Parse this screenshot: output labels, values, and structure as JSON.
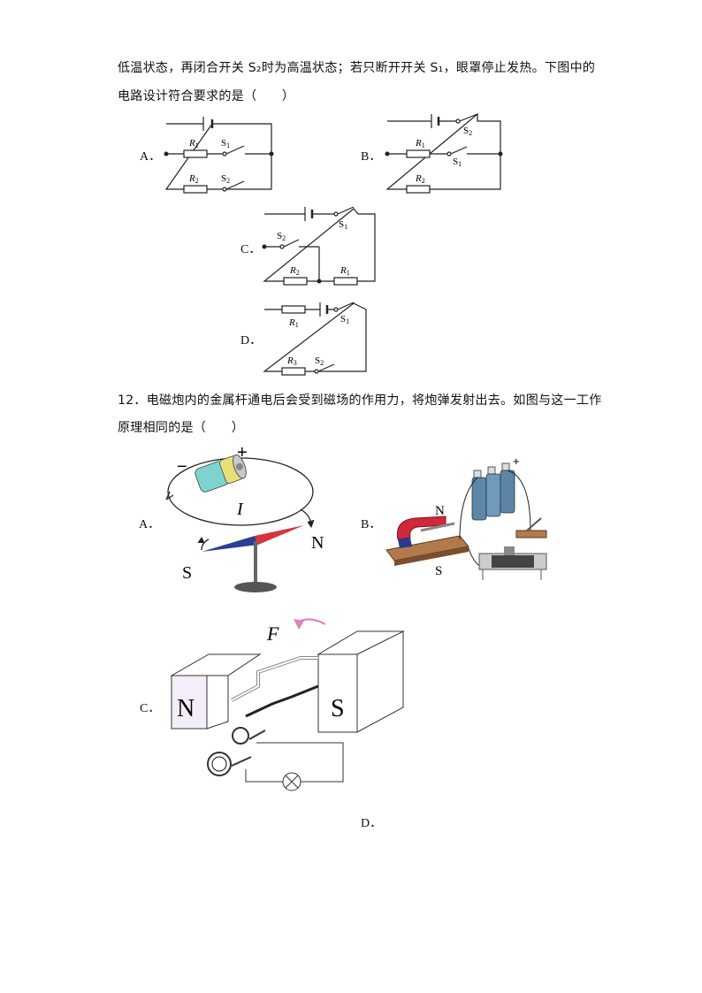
{
  "q11": {
    "line1": "低温状态，再闭合开关 S₂时为高温状态；若只断开开关 S₁，眼罩停止发热。下图中的",
    "line2": "电路设计符合要求的是（　　）",
    "options": {
      "A": "A．",
      "B": "B．",
      "C": "C．",
      "D": "D．"
    },
    "labels": {
      "R1": "R",
      "R2": "R",
      "s1": "1",
      "s2": "2",
      "S": "S"
    }
  },
  "q12": {
    "line1": "12．电磁炮内的金属杆通电后会受到磁场的作用力，将炮弹发射出去。如图与这一工作",
    "line2": "原理相同的是（　　）",
    "options": {
      "A": "A．",
      "B": "B．",
      "C": "C．",
      "D": "D．"
    },
    "figA": {
      "minus": "−",
      "plus": "+",
      "current": "I",
      "north": "N",
      "south": "S"
    },
    "figB": {
      "north": "N",
      "south": "S",
      "plus": "+"
    },
    "figC": {
      "force": "F",
      "north": "N",
      "south": "S"
    }
  }
}
